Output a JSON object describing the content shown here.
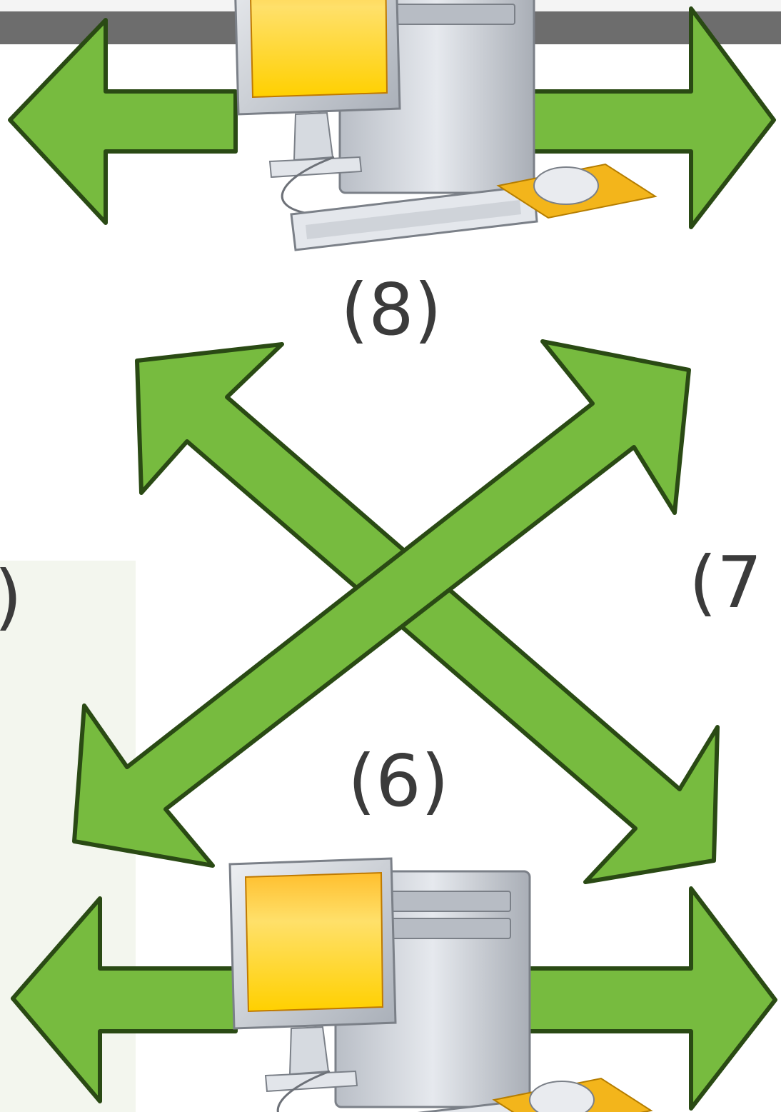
{
  "diagram": {
    "labels": {
      "label_8": "(8)",
      "label_6": "(6)",
      "label_7_partial": "(7",
      "label_left_partial": ")"
    }
  },
  "colors": {
    "arrow_fill": "#77bb3f",
    "arrow_stroke": "#2a4a14",
    "monitor_screen": "#ffd400",
    "monitor_frame": "#c9ced6",
    "tower": "#d9dde3",
    "mouse_pad": "#f3b51b",
    "top_bar": "#6d6d6d",
    "label_text": "#3b3b3b",
    "faint_panel": "#f3f6ee"
  },
  "icons": [
    "computer-icon",
    "double-arrow-icon",
    "diagonal-arrow-icon"
  ]
}
